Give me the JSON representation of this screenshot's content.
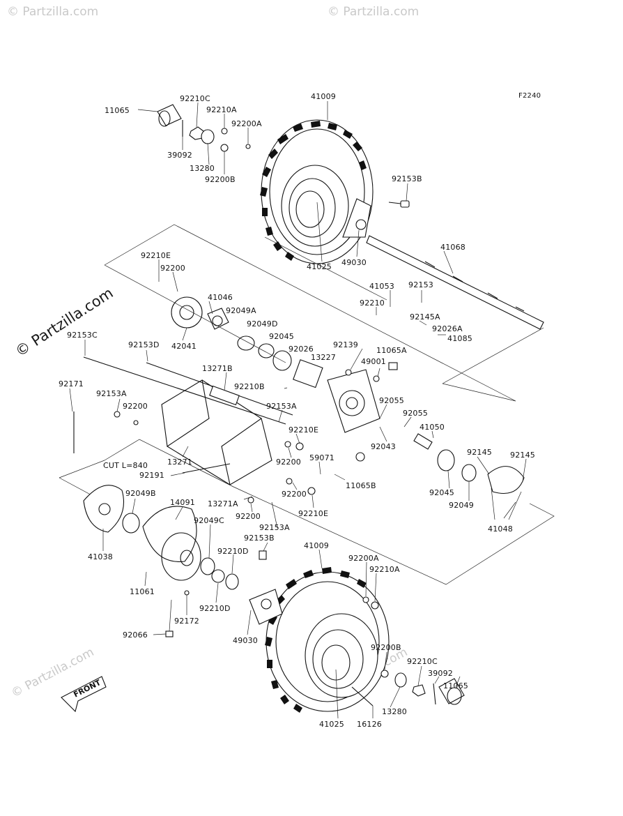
{
  "diagram_code": "F2240",
  "watermark": {
    "main": "© Partzilla.com",
    "faint": "© Partzilla.com"
  },
  "front_label": "FRONT",
  "cut_note": "CUT  L=840",
  "labels": [
    {
      "id": "11065-top",
      "text": "11065"
    },
    {
      "id": "92210c-top",
      "text": "92210C"
    },
    {
      "id": "92210a-top",
      "text": "92210A"
    },
    {
      "id": "92200a-top",
      "text": "92200A"
    },
    {
      "id": "39092-top",
      "text": "39092"
    },
    {
      "id": "13280-top",
      "text": "13280"
    },
    {
      "id": "92200b-top",
      "text": "92200B"
    },
    {
      "id": "41009-top",
      "text": "41009"
    },
    {
      "id": "92153b-top",
      "text": "92153B"
    },
    {
      "id": "41068",
      "text": "41068"
    },
    {
      "id": "41025-top",
      "text": "41025"
    },
    {
      "id": "49030-top",
      "text": "49030"
    },
    {
      "id": "92210e-left",
      "text": "92210E"
    },
    {
      "id": "92200-left",
      "text": "92200"
    },
    {
      "id": "41046",
      "text": "41046"
    },
    {
      "id": "92049a",
      "text": "92049A"
    },
    {
      "id": "92049d",
      "text": "92049D"
    },
    {
      "id": "92045-top",
      "text": "92045"
    },
    {
      "id": "42041",
      "text": "42041"
    },
    {
      "id": "41053",
      "text": "41053"
    },
    {
      "id": "92153",
      "text": "92153"
    },
    {
      "id": "92210",
      "text": "92210"
    },
    {
      "id": "92145a",
      "text": "92145A"
    },
    {
      "id": "92026a",
      "text": "92026A"
    },
    {
      "id": "41085",
      "text": "41085"
    },
    {
      "id": "92153c",
      "text": "92153C"
    },
    {
      "id": "92153d",
      "text": "92153D"
    },
    {
      "id": "92026",
      "text": "92026"
    },
    {
      "id": "92139",
      "text": "92139"
    },
    {
      "id": "11065a",
      "text": "11065A"
    },
    {
      "id": "13271b",
      "text": "13271B"
    },
    {
      "id": "13227",
      "text": "13227"
    },
    {
      "id": "49001",
      "text": "49001"
    },
    {
      "id": "92210b",
      "text": "92210B"
    },
    {
      "id": "92171",
      "text": "92171"
    },
    {
      "id": "92153a-left",
      "text": "92153A"
    },
    {
      "id": "92200-left2",
      "text": "92200"
    },
    {
      "id": "92153a-mid",
      "text": "92153A"
    },
    {
      "id": "92055-a",
      "text": "92055"
    },
    {
      "id": "92055-b",
      "text": "92055"
    },
    {
      "id": "92210e-mid",
      "text": "92210E"
    },
    {
      "id": "41050",
      "text": "41050"
    },
    {
      "id": "92043",
      "text": "92043"
    },
    {
      "id": "13271",
      "text": "13271"
    },
    {
      "id": "92200-mid",
      "text": "92200"
    },
    {
      "id": "59071",
      "text": "59071"
    },
    {
      "id": "92145-a",
      "text": "92145"
    },
    {
      "id": "92145-b",
      "text": "92145"
    },
    {
      "id": "92191",
      "text": "92191"
    },
    {
      "id": "11065b",
      "text": "11065B"
    },
    {
      "id": "92045-right",
      "text": "92045"
    },
    {
      "id": "92200-mid2",
      "text": "92200"
    },
    {
      "id": "92049",
      "text": "92049"
    },
    {
      "id": "13271a",
      "text": "13271A"
    },
    {
      "id": "92049b",
      "text": "92049B"
    },
    {
      "id": "14091",
      "text": "14091"
    },
    {
      "id": "92200-low",
      "text": "92200"
    },
    {
      "id": "92210e-low",
      "text": "92210E"
    },
    {
      "id": "41048",
      "text": "41048"
    },
    {
      "id": "92049c",
      "text": "92049C"
    },
    {
      "id": "92153a-low",
      "text": "92153A"
    },
    {
      "id": "92153b-low",
      "text": "92153B"
    },
    {
      "id": "41038",
      "text": "41038"
    },
    {
      "id": "41009-low",
      "text": "41009"
    },
    {
      "id": "92200a-low",
      "text": "92200A"
    },
    {
      "id": "92210d-a",
      "text": "92210D"
    },
    {
      "id": "92210a-low",
      "text": "92210A"
    },
    {
      "id": "11061",
      "text": "11061"
    },
    {
      "id": "92210d-b",
      "text": "92210D"
    },
    {
      "id": "92172",
      "text": "92172"
    },
    {
      "id": "49030-low",
      "text": "49030"
    },
    {
      "id": "92066",
      "text": "92066"
    },
    {
      "id": "92200b-low",
      "text": "92200B"
    },
    {
      "id": "92210c-low",
      "text": "92210C"
    },
    {
      "id": "39092-low",
      "text": "39092"
    },
    {
      "id": "11065-low",
      "text": "11065"
    },
    {
      "id": "13280-low",
      "text": "13280"
    },
    {
      "id": "41025-low",
      "text": "41025"
    },
    {
      "id": "16126",
      "text": "16126"
    }
  ]
}
